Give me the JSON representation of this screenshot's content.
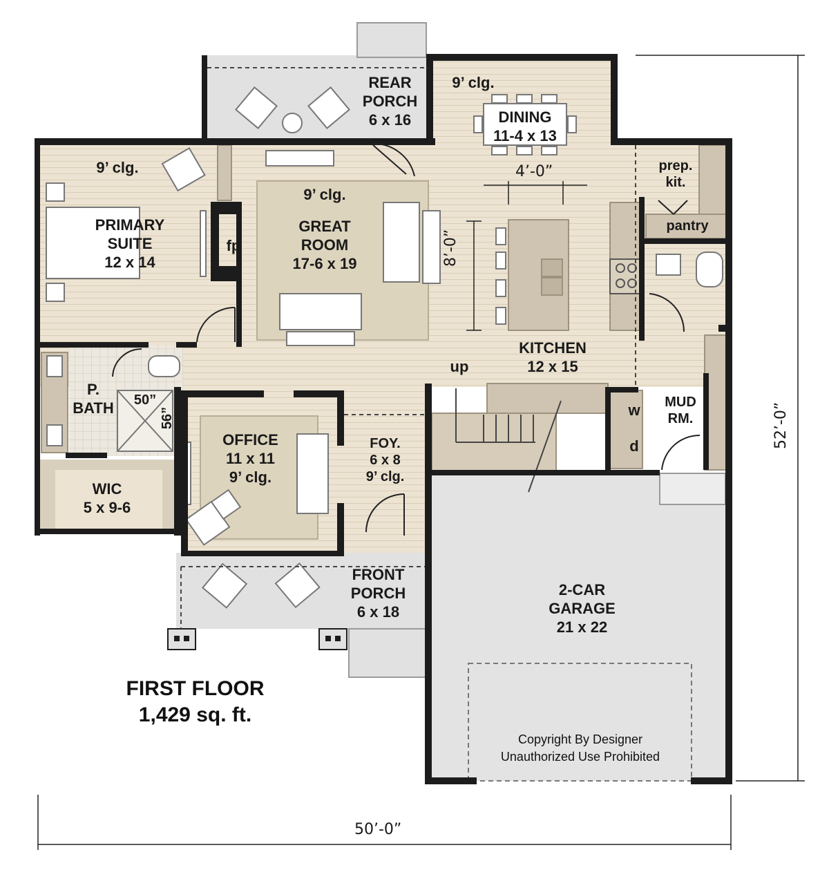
{
  "rooms": {
    "rear_porch": {
      "name": [
        "REAR",
        "PORCH"
      ],
      "size": "6 x 16"
    },
    "dining": {
      "ceiling": "9’ clg.",
      "name": "DINING",
      "size": "11-4 x 13"
    },
    "primary_suite": {
      "ceiling": "9’ clg.",
      "name": [
        "PRIMARY",
        "SUITE"
      ],
      "size": "12 x 14"
    },
    "great_room": {
      "ceiling": "9’ clg.",
      "name": [
        "GREAT",
        "ROOM"
      ],
      "size": "17-6 x 19"
    },
    "fireplace": "fp",
    "prep_kitchen": [
      "prep.",
      "kit."
    ],
    "pantry": "pantry",
    "kitchen": {
      "name": "KITCHEN",
      "size": "12 x 15"
    },
    "stairs": "up",
    "p_bath": [
      "P.",
      "BATH"
    ],
    "shower": {
      "w": "50”",
      "d": "56”"
    },
    "office": {
      "name": "OFFICE",
      "size": "11 x 11",
      "ceiling": "9’ clg."
    },
    "foyer": {
      "name": "FOY.",
      "size": "6 x 8",
      "ceiling": "9’ clg."
    },
    "washer": "w",
    "dryer": "d",
    "mud_room": [
      "MUD",
      "RM."
    ],
    "wic": {
      "name": "WIC",
      "size": "5 x 9-6"
    },
    "front_porch": {
      "name": [
        "FRONT",
        "PORCH"
      ],
      "size": "6 x 18"
    },
    "garage": {
      "name": [
        "2-CAR",
        "GARAGE"
      ],
      "size": "21 x 22"
    }
  },
  "dimensions": {
    "island_width": "4’-0”",
    "island_length": "8’-0”",
    "overall_width": "50’-0”",
    "overall_depth": "52’-0”"
  },
  "title": [
    "FIRST FLOOR",
    "1,429 sq. ft."
  ],
  "copyright": [
    "Copyright By Designer",
    "Unauthorized Use Prohibited"
  ],
  "colors": {
    "wall": "#1c1c1c",
    "floor": "#ece3d2",
    "rug": "#ddd4be",
    "porch": "#e1e1e1",
    "cabinet": "#cfc4b1",
    "tile": "#ece8df"
  }
}
